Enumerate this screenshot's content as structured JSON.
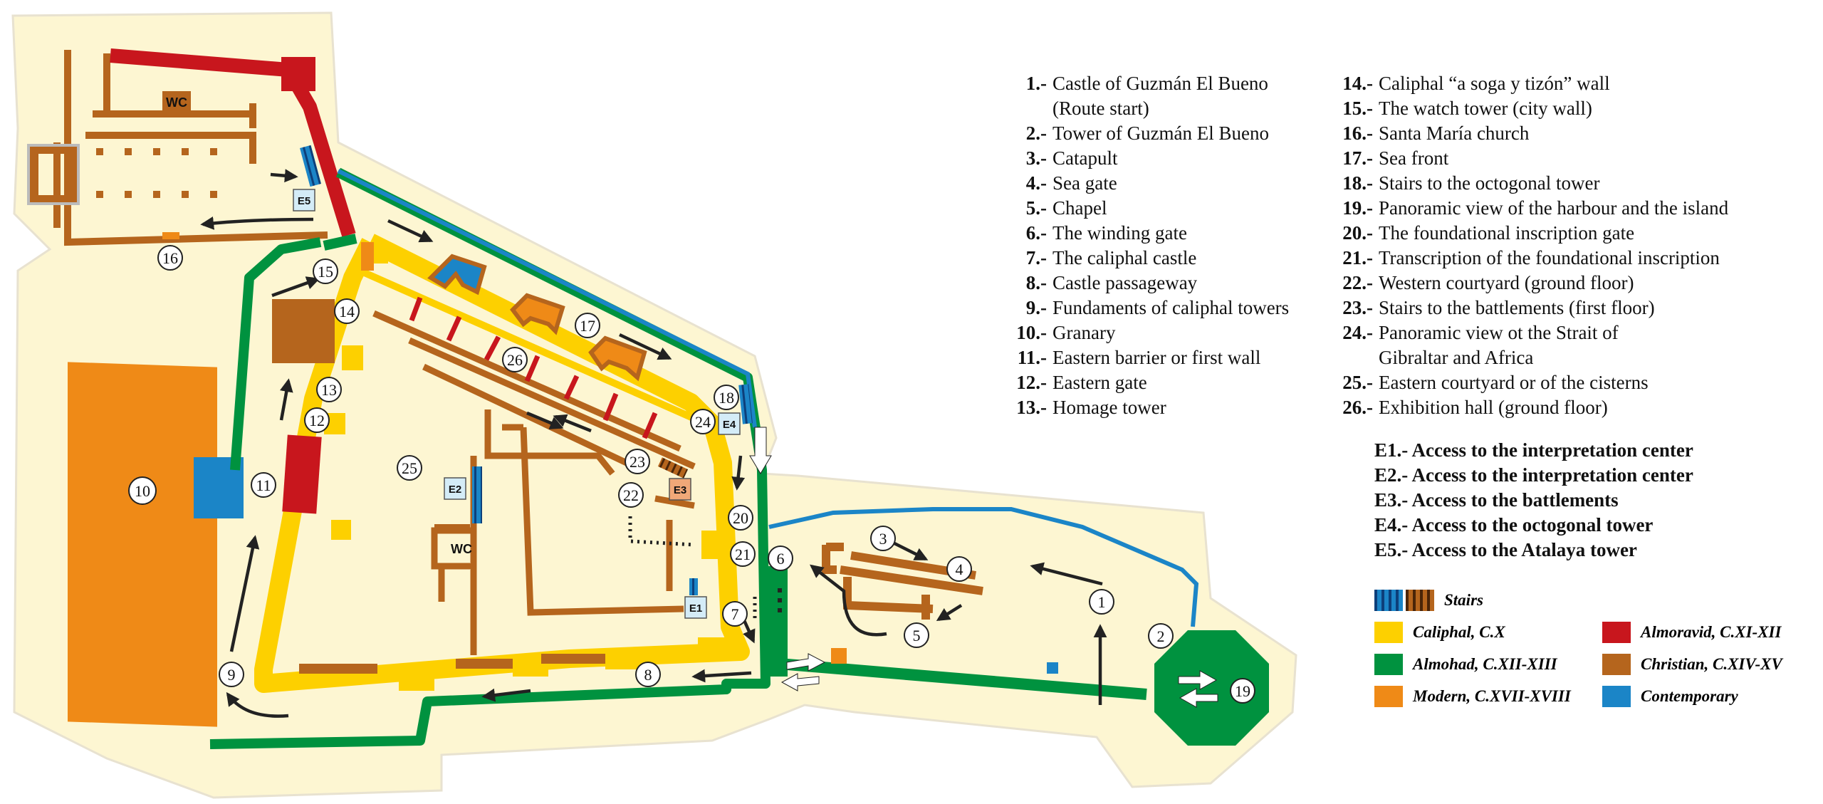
{
  "colors": {
    "ground": "#fdf6d2",
    "caliphal": "#fdd000",
    "almohad": "#00923f",
    "modern": "#ef8a17",
    "almoravid": "#c8161d",
    "christian": "#b5651d",
    "contemporary": "#1b85c7",
    "stairs_blue": "#1d5fa8",
    "stairs_brown": "#6b3a12",
    "access_box": "#d4ecf7"
  },
  "map_labels": {
    "n1": "1",
    "n2": "2",
    "n3": "3",
    "n4": "4",
    "n5": "5",
    "n6": "6",
    "n7": "7",
    "n8": "8",
    "n9": "9",
    "n10": "10",
    "n11": "11",
    "n12": "12",
    "n13": "13",
    "n14": "14",
    "n15": "15",
    "n16": "16",
    "n17": "17",
    "n18": "18",
    "n19": "19",
    "n20": "20",
    "n21": "21",
    "n22": "22",
    "n23": "23",
    "n24": "24",
    "n25": "25",
    "n26": "26",
    "e1": "E1",
    "e2": "E2",
    "e3": "E3",
    "e4": "E4",
    "e5": "E5",
    "wc": "WC"
  },
  "legend_left": [
    {
      "n": "1.-",
      "t": "Castle of Guzmán El Bueno"
    },
    {
      "n": "",
      "t": "(Route start)"
    },
    {
      "n": "2.-",
      "t": "Tower of Guzmán El Bueno"
    },
    {
      "n": "3.-",
      "t": "Catapult"
    },
    {
      "n": "4.-",
      "t": "Sea gate"
    },
    {
      "n": "5.-",
      "t": "Chapel"
    },
    {
      "n": "6.-",
      "t": "The winding gate"
    },
    {
      "n": "7.-",
      "t": "The caliphal castle"
    },
    {
      "n": "8.-",
      "t": "Castle passageway"
    },
    {
      "n": "9.-",
      "t": "Fundaments of caliphal towers"
    },
    {
      "n": "10.-",
      "t": "Granary"
    },
    {
      "n": "11.-",
      "t": "Eastern barrier or first wall"
    },
    {
      "n": "12.-",
      "t": "Eastern gate"
    },
    {
      "n": "13.-",
      "t": "Homage tower"
    }
  ],
  "legend_right": [
    {
      "n": "14.-",
      "t": "Caliphal “a soga y tizón” wall"
    },
    {
      "n": "15.-",
      "t": "The watch tower (city wall)"
    },
    {
      "n": "16.-",
      "t": "Santa María church"
    },
    {
      "n": "17.-",
      "t": "Sea front"
    },
    {
      "n": "18.-",
      "t": "Stairs to the octogonal tower"
    },
    {
      "n": "19.-",
      "t": "Panoramic view of the harbour and the island"
    },
    {
      "n": "20.-",
      "t": "The foundational inscription gate"
    },
    {
      "n": "21.-",
      "t": "Transcription of the foundational inscription"
    },
    {
      "n": "22.-",
      "t": "Western courtyard (ground floor)"
    },
    {
      "n": "23.-",
      "t": "Stairs to the battlements (first floor)"
    },
    {
      "n": "24.-",
      "t": "Panoramic view ot the Strait of"
    },
    {
      "n": "",
      "t": "Gibraltar and Africa"
    },
    {
      "n": "25.-",
      "t": "Eastern courtyard or of the cisterns"
    },
    {
      "n": "26.-",
      "t": "Exhibition hall (ground floor)"
    }
  ],
  "access": [
    "E1.- Access to the interpretation center",
    "E2.- Access to the interpretation center",
    "E3.- Access to the battlements",
    "E4.- Access to the octogonal tower",
    "E5.- Access to the Atalaya tower"
  ],
  "periods": {
    "stairs": "Stairs",
    "caliphal": "Caliphal, C.X",
    "almoravid": "Almoravid, C.XI-XII",
    "almohad": "Almohad, C.XII-XIII",
    "christian": "Christian, C.XIV-XV",
    "modern": "Modern, C.XVII-XVIII",
    "contemporary": "Contemporary"
  }
}
